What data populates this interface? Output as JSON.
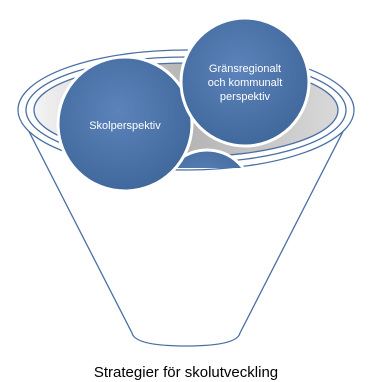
{
  "diagram": {
    "circles": [
      {
        "label": "Skolperspektiv"
      },
      {
        "label": "Gränsregionalt och kommunalt perspektiv"
      },
      {
        "label": ""
      }
    ],
    "caption": "Strategier för skolutveckling"
  },
  "colors": {
    "outline": "#4a6fa5",
    "circle_fill": "#4f76ad",
    "circle_stroke": "#ffffff",
    "ellipse_fill": "#c8c8c8"
  }
}
